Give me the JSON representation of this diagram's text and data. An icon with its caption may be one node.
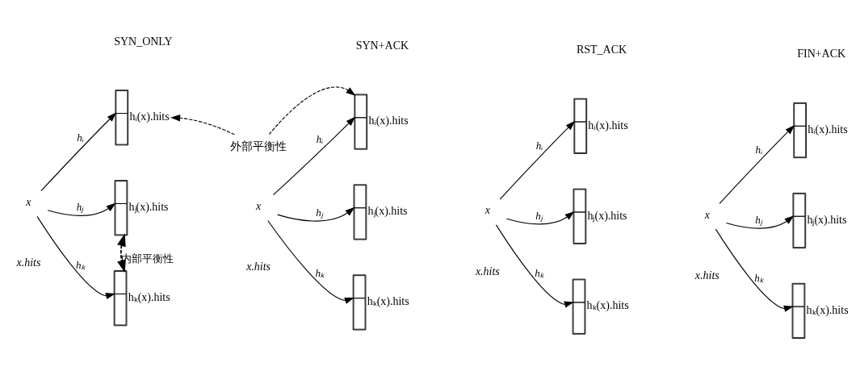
{
  "diagram": {
    "nodes": [
      {
        "text": [
          "x"
        ]
      },
      {
        "text": [],
        "shape": "bar",
        "beside": [
          "hᵢ(x).hits"
        ]
      },
      {
        "text": [],
        "shape": "bar",
        "beside": [
          "hⱼ(x).hits"
        ]
      },
      {
        "text": [],
        "shape": "bar",
        "beside": [
          "hₖ(x).hits"
        ]
      },
      {
        "text": [
          "x"
        ]
      },
      {
        "text": [],
        "shape": "bar",
        "beside": [
          "hᵢ(x).hits"
        ]
      },
      {
        "text": [],
        "shape": "bar",
        "beside": [
          "hⱼ(x).hits"
        ]
      },
      {
        "text": [],
        "shape": "bar",
        "beside": [
          "hₖ(x).hits"
        ]
      },
      {
        "text": [
          "x"
        ]
      },
      {
        "text": [],
        "shape": "bar",
        "beside": [
          "hᵢ(x).hits"
        ]
      },
      {
        "text": [],
        "shape": "bar",
        "beside": [
          "hⱼ(x).hits"
        ]
      },
      {
        "text": [],
        "shape": "bar",
        "beside": [
          "hₖ(x).hits"
        ]
      },
      {
        "text": [
          "x"
        ]
      },
      {
        "text": [],
        "shape": "bar",
        "beside": [
          "hᵢ(x).hits"
        ]
      },
      {
        "text": [],
        "shape": "bar",
        "beside": [
          "hⱼ(x).hits"
        ]
      },
      {
        "text": [],
        "shape": "bar",
        "beside": [
          "hₖ(x).hits"
        ]
      },
      {
        "text": [
          "外部平衡性"
        ]
      }
    ],
    "edges": [
      {
        "from": 0,
        "to": 1,
        "arrow": "to",
        "label": "hᵢ"
      },
      {
        "from": 0,
        "to": 2,
        "arrow": "to",
        "label": "hⱼ"
      },
      {
        "from": 0,
        "to": 3,
        "arrow": "to",
        "label": "hₖ"
      },
      {
        "from": 4,
        "to": 5,
        "arrow": "to",
        "label": "hᵢ"
      },
      {
        "from": 4,
        "to": 6,
        "arrow": "to",
        "label": "hⱼ"
      },
      {
        "from": 4,
        "to": 7,
        "arrow": "to",
        "label": "hₖ"
      },
      {
        "from": 8,
        "to": 9,
        "arrow": "to",
        "label": "hᵢ"
      },
      {
        "from": 8,
        "to": 10,
        "arrow": "to",
        "label": "hⱼ"
      },
      {
        "from": 8,
        "to": 11,
        "arrow": "to",
        "label": "hₖ"
      },
      {
        "from": 12,
        "to": 13,
        "arrow": "to",
        "label": "hᵢ"
      },
      {
        "from": 12,
        "to": 14,
        "arrow": "to",
        "label": "hⱼ"
      },
      {
        "from": 12,
        "to": 15,
        "arrow": "to",
        "label": "hₖ"
      },
      {
        "from": 16,
        "to": 1,
        "arrow": "to",
        "style": "dashed"
      },
      {
        "from": 16,
        "to": 5,
        "arrow": "to",
        "style": "dashed"
      },
      {
        "from": 2,
        "to": 3,
        "arrow": "both",
        "style": "dashed",
        "label": "内部平衡性"
      }
    ],
    "labels": [
      "SYN_ONLY",
      "SYN+ACK",
      "RST_ACK",
      "FIN+ACK",
      "x.hits",
      "x.hits",
      "x.hits",
      "x.hits"
    ]
  }
}
